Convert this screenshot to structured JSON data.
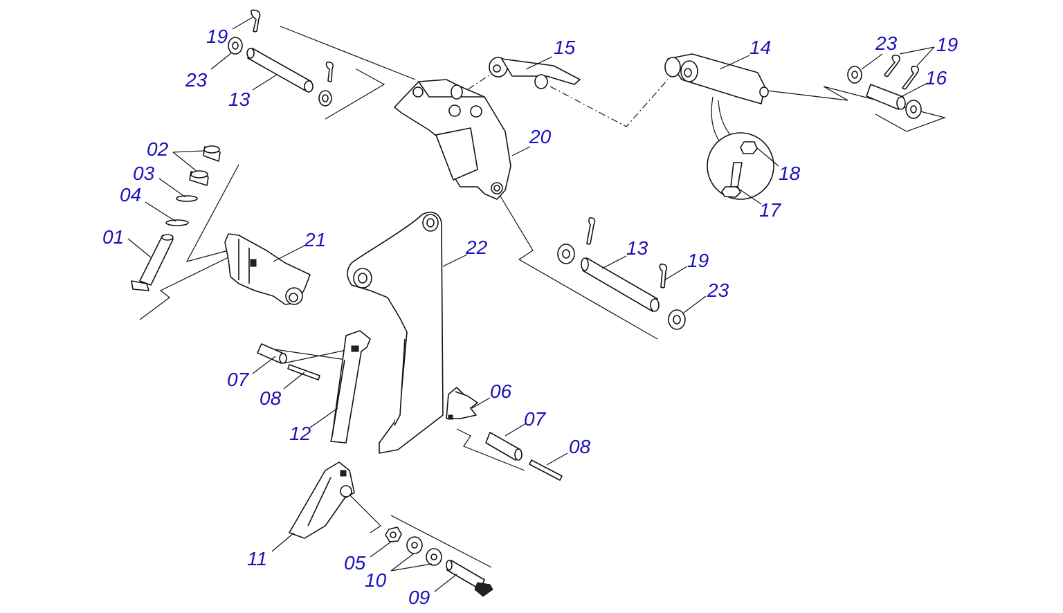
{
  "callout_color": "#1c10b8",
  "callouts": [
    {
      "id": "c19a",
      "text": "19"
    },
    {
      "id": "c23a",
      "text": "23"
    },
    {
      "id": "c13a",
      "text": "13"
    },
    {
      "id": "c15",
      "text": "15"
    },
    {
      "id": "c14",
      "text": "14"
    },
    {
      "id": "c23b",
      "text": "23"
    },
    {
      "id": "c19b",
      "text": "19"
    },
    {
      "id": "c16",
      "text": "16"
    },
    {
      "id": "c20",
      "text": "20"
    },
    {
      "id": "c18",
      "text": "18"
    },
    {
      "id": "c17",
      "text": "17"
    },
    {
      "id": "c02",
      "text": "02"
    },
    {
      "id": "c03",
      "text": "03"
    },
    {
      "id": "c04",
      "text": "04"
    },
    {
      "id": "c01",
      "text": "01"
    },
    {
      "id": "c21",
      "text": "21"
    },
    {
      "id": "c22",
      "text": "22"
    },
    {
      "id": "c13b",
      "text": "13"
    },
    {
      "id": "c19c",
      "text": "19"
    },
    {
      "id": "c23c",
      "text": "23"
    },
    {
      "id": "c07a",
      "text": "07"
    },
    {
      "id": "c08a",
      "text": "08"
    },
    {
      "id": "c12",
      "text": "12"
    },
    {
      "id": "c06",
      "text": "06"
    },
    {
      "id": "c07b",
      "text": "07"
    },
    {
      "id": "c08b",
      "text": "08"
    },
    {
      "id": "c11",
      "text": "11"
    },
    {
      "id": "c05",
      "text": "05"
    },
    {
      "id": "c10",
      "text": "10"
    },
    {
      "id": "c09",
      "text": "09"
    }
  ]
}
